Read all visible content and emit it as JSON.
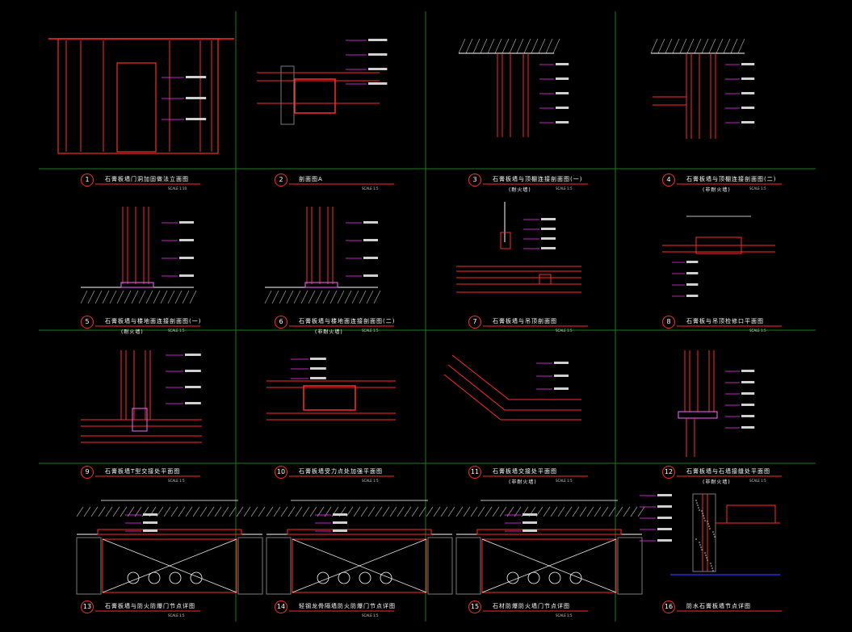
{
  "sheet": {
    "background": "#000000",
    "grid_color": "#1e7a1e",
    "colors": {
      "wall": "#ff2a2a",
      "stud": "#ff66ff",
      "dim": "#ffffff",
      "leader": "#ff33ff",
      "hatch": "#9a9a9a",
      "concrete": "#7a7a7a",
      "floor_line": "#3333ff"
    },
    "cells": [
      {
        "num": "1",
        "title": "石膏板墙门洞加固做法立面图",
        "sub": "",
        "scale": "SCALE 1:10"
      },
      {
        "num": "2",
        "title": "剖面图A",
        "sub": "",
        "scale": "SCALE 1:5"
      },
      {
        "num": "3",
        "title": "石膏板墙与顶棚连接剖面图(一)",
        "sub": "(耐火墙)",
        "scale": "SCALE 1:5"
      },
      {
        "num": "4",
        "title": "石膏板墙与顶棚连接剖面图(二)",
        "sub": "(非耐火墙)",
        "scale": "SCALE 1:5"
      },
      {
        "num": "5",
        "title": "石膏板墙与楼地面连接剖面图(一)",
        "sub": "(耐火墙)",
        "scale": "SCALE 1:5"
      },
      {
        "num": "6",
        "title": "石膏板墙与楼地面连接剖面图(二)",
        "sub": "(非耐火墙)",
        "scale": "SCALE 1:5"
      },
      {
        "num": "7",
        "title": "石膏板墙与吊顶剖面图",
        "sub": "",
        "scale": "SCALE 1:5"
      },
      {
        "num": "8",
        "title": "石膏板与吊顶检修口平面图",
        "sub": "",
        "scale": "SCALE 1:5"
      },
      {
        "num": "9",
        "title": "石膏板墙T型交接处平面图",
        "sub": "",
        "scale": "SCALE 1:5"
      },
      {
        "num": "10",
        "title": "石膏板墙受力点处加强平面图",
        "sub": "",
        "scale": "SCALE 1:5"
      },
      {
        "num": "11",
        "title": "石膏板墙交接处平面图",
        "sub": "(非耐火墙)",
        "scale": "SCALE 1:5"
      },
      {
        "num": "12",
        "title": "石膏板墙与石墙接缝处平面图",
        "sub": "(非耐火墙)",
        "scale": "SCALE 1:5"
      },
      {
        "num": "13",
        "title": "石膏板墙与防火防爆门节点详图",
        "sub": "",
        "scale": "SCALE 1:5"
      },
      {
        "num": "14",
        "title": "轻钢龙骨隔墙防火防爆门节点详图",
        "sub": "",
        "scale": "SCALE 1:5"
      },
      {
        "num": "15",
        "title": "石材防爆防火墙门节点详图",
        "sub": "",
        "scale": "SCALE 1:5"
      },
      {
        "num": "16",
        "title": "防水石膏板墙节点详图",
        "sub": "",
        "scale": ""
      }
    ]
  }
}
